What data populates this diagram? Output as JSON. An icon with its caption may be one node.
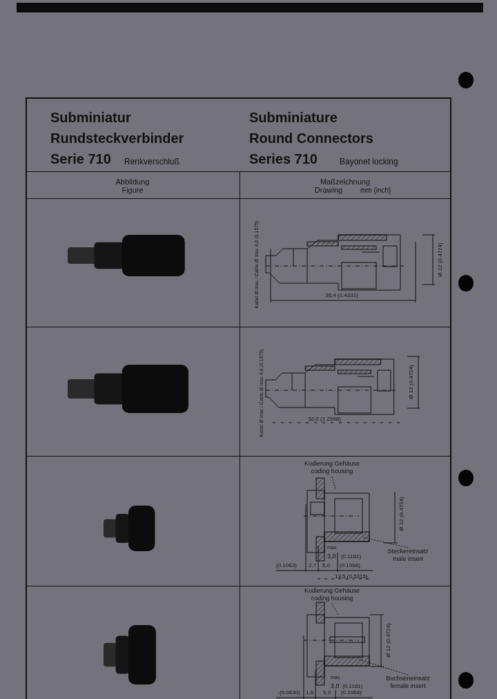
{
  "diagram": {
    "nodes": [
      {
        "text": [
          "Kodierung Gehäuse",
          "coding housing"
        ]
      },
      {
        "text": [
          "Steckereinsatz",
          "male insert"
        ]
      },
      {
        "text": [
          "Kodierung Gehäuse",
          "coding housing"
        ]
      },
      {
        "text": [
          "Buchseneinsatz",
          "female insert"
        ]
      }
    ],
    "edges": [
      {
        "from": 0,
        "to": null,
        "arrow": "none",
        "style": "dashed"
      },
      {
        "from": 1,
        "to": null,
        "arrow": "none",
        "style": "dashed"
      },
      {
        "from": 2,
        "to": null,
        "arrow": "none",
        "style": "dashed"
      },
      {
        "from": 3,
        "to": null,
        "arrow": "none",
        "style": "dashed"
      }
    ],
    "labels": [
      "Subminiatur",
      "Rundsteckverbinder",
      "Serie 710",
      "Renkverschluß",
      "Subminiature",
      "Round Connectors",
      "Series 710",
      "Bayonet locking",
      "Abbildung",
      "Figure",
      "Maßzeichnung",
      "Drawing",
      "mm (inch)",
      "Kabel Ø max / Cable Ø max 4,0 (0.1575)",
      "Ø 12 (0.4724)",
      "36,4 (1.4331)",
      "Kabel Ø max / Cable Ø max 4,0 (0.1575)",
      "Ø 12 (0.4724)",
      "32,0 (1.2598)",
      "Ø 12 (0.4724)",
      "max.",
      "3,0",
      "(0.1181)",
      "(0.1063)",
      "2,7",
      "5,0",
      "(0.1968)",
      "13,5 (0.5315)",
      "Ø 12 (0.4724)",
      "max.",
      "3,0",
      "(0.1181)",
      "(0.0630)",
      "1,6",
      "5,0",
      "(0.1968)"
    ]
  }
}
